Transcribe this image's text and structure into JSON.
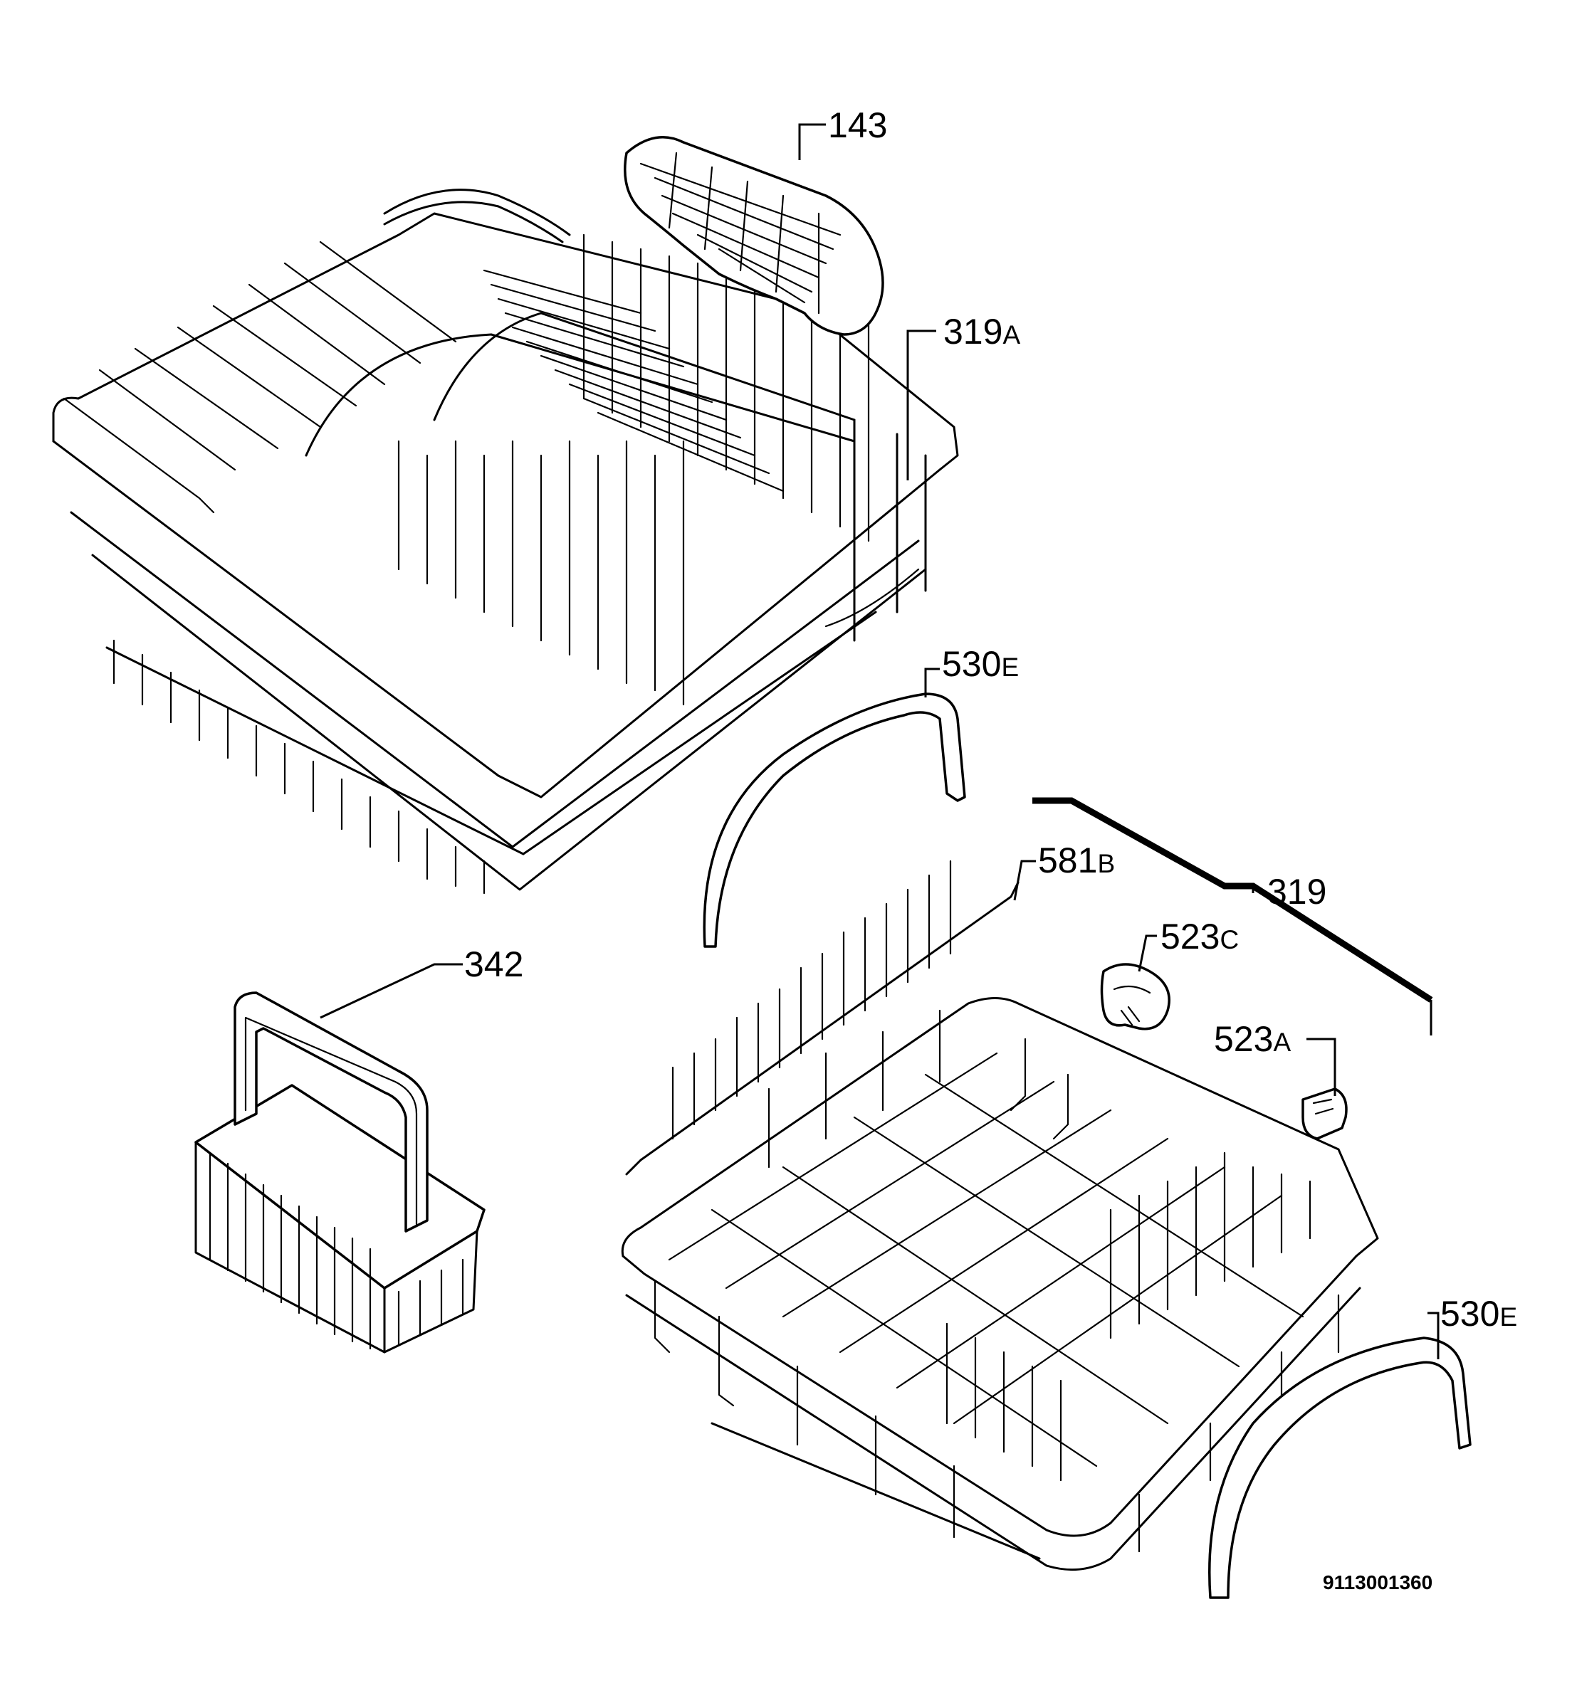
{
  "parts": {
    "p143": {
      "number": "143",
      "suffix": ""
    },
    "p319A": {
      "number": "319",
      "suffix": "A"
    },
    "p530E1": {
      "number": "530",
      "suffix": "E"
    },
    "p581B": {
      "number": "581",
      "suffix": "B"
    },
    "p319": {
      "number": "319",
      "suffix": ""
    },
    "p523C": {
      "number": "523",
      "suffix": "C"
    },
    "p342": {
      "number": "342",
      "suffix": ""
    },
    "p523A": {
      "number": "523",
      "suffix": "A"
    },
    "p530E2": {
      "number": "530",
      "suffix": "E"
    }
  },
  "drawing_code": "9113001360",
  "colors": {
    "line": "#000000",
    "background": "#ffffff"
  }
}
